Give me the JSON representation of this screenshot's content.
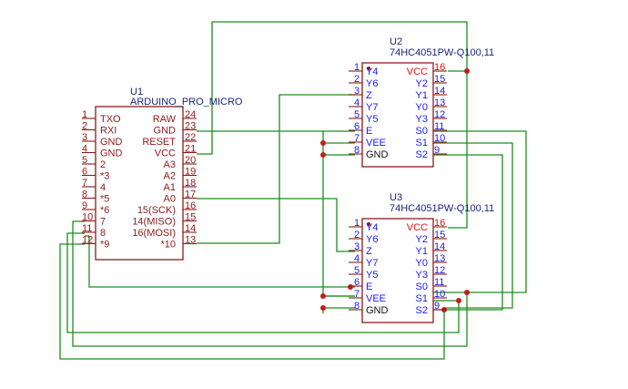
{
  "colors": {
    "wire": "#1e8c1e",
    "junction": "#c81a1a",
    "part_outline": "#8b1a1a",
    "power_pin": "#e01010",
    "signal_pin": "#1a1aff",
    "label": "#1a237e"
  },
  "u1": {
    "ref": "U1",
    "value": "ARDUINO_PRO_MICRO",
    "left_pins": [
      {
        "num": "1",
        "name": "TXO"
      },
      {
        "num": "2",
        "name": "RXI"
      },
      {
        "num": "3",
        "name": "GND"
      },
      {
        "num": "4",
        "name": "GND"
      },
      {
        "num": "5",
        "name": "2"
      },
      {
        "num": "6",
        "name": "*3"
      },
      {
        "num": "7",
        "name": "4"
      },
      {
        "num": "8",
        "name": "*5"
      },
      {
        "num": "9",
        "name": "*6"
      },
      {
        "num": "10",
        "name": "7"
      },
      {
        "num": "11",
        "name": "8"
      },
      {
        "num": "12",
        "name": "*9"
      }
    ],
    "right_pins": [
      {
        "num": "24",
        "name": "RAW"
      },
      {
        "num": "23",
        "name": "GND"
      },
      {
        "num": "22",
        "name": "RESET"
      },
      {
        "num": "21",
        "name": "VCC"
      },
      {
        "num": "20",
        "name": "A3"
      },
      {
        "num": "19",
        "name": "A2"
      },
      {
        "num": "18",
        "name": "A1"
      },
      {
        "num": "17",
        "name": "A0"
      },
      {
        "num": "16",
        "name": "15(SCK)"
      },
      {
        "num": "15",
        "name": "14(MISO)"
      },
      {
        "num": "14",
        "name": "16(MOSI)"
      },
      {
        "num": "13",
        "name": "*10"
      }
    ]
  },
  "u2": {
    "ref": "U2",
    "value": "74HC4051PW-Q100,11",
    "left_pins": [
      {
        "num": "1",
        "name": "Y4"
      },
      {
        "num": "2",
        "name": "Y6"
      },
      {
        "num": "3",
        "name": "Z"
      },
      {
        "num": "4",
        "name": "Y7"
      },
      {
        "num": "5",
        "name": "Y5"
      },
      {
        "num": "6",
        "name": "E"
      },
      {
        "num": "7",
        "name": "VEE"
      },
      {
        "num": "8",
        "name": "GND"
      }
    ],
    "right_pins": [
      {
        "num": "16",
        "name": "VCC"
      },
      {
        "num": "15",
        "name": "Y2"
      },
      {
        "num": "14",
        "name": "Y1"
      },
      {
        "num": "13",
        "name": "Y0"
      },
      {
        "num": "12",
        "name": "Y3"
      },
      {
        "num": "11",
        "name": "S0"
      },
      {
        "num": "10",
        "name": "S1"
      },
      {
        "num": "9",
        "name": "S2"
      }
    ]
  },
  "u3": {
    "ref": "U3",
    "value": "74HC4051PW-Q100,11",
    "left_pins": [
      {
        "num": "1",
        "name": "Y4"
      },
      {
        "num": "2",
        "name": "Y6"
      },
      {
        "num": "3",
        "name": "Z"
      },
      {
        "num": "4",
        "name": "Y7"
      },
      {
        "num": "5",
        "name": "Y5"
      },
      {
        "num": "6",
        "name": "E"
      },
      {
        "num": "7",
        "name": "VEE"
      },
      {
        "num": "8",
        "name": "GND"
      }
    ],
    "right_pins": [
      {
        "num": "16",
        "name": "VCC"
      },
      {
        "num": "15",
        "name": "Y2"
      },
      {
        "num": "14",
        "name": "Y1"
      },
      {
        "num": "13",
        "name": "Y0"
      },
      {
        "num": "12",
        "name": "Y3"
      },
      {
        "num": "11",
        "name": "S0"
      },
      {
        "num": "10",
        "name": "S1"
      },
      {
        "num": "9",
        "name": "S2"
      }
    ]
  }
}
